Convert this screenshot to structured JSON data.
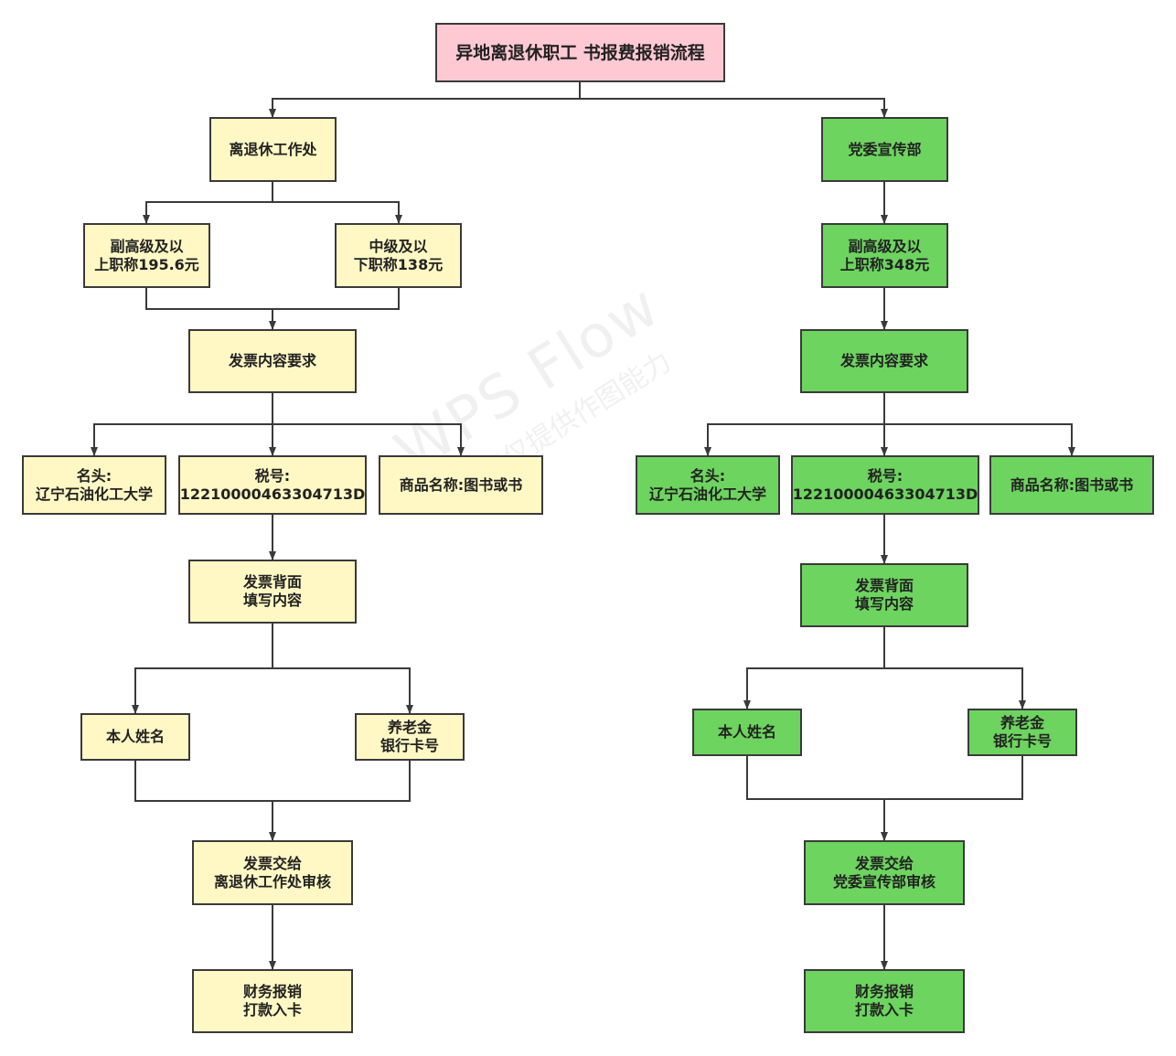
{
  "title": "异地离退休职工  书报费报销流程",
  "left": {
    "dept": "离退休工作处",
    "senior": "副高级及以\n上职称195.6元",
    "mid": "中级及以\n下职称138元",
    "invoice_req": "发票内容要求",
    "header_name": "名头:\n辽宁石油化工大学",
    "tax_id": "税号:\n12210000463304713D",
    "goods": "商品名称:图书或书",
    "back": "发票背面\n填写内容",
    "own_name": "本人姓名",
    "pension": "养老金\n银行卡号",
    "submit": "发票交给\n离退休工作处审核",
    "finance": "财务报销\n打款入卡"
  },
  "right": {
    "dept": "党委宣传部",
    "senior": "副高级及以\n上职称348元",
    "invoice_req": "发票内容要求",
    "header_name": "名头:\n辽宁石油化工大学",
    "tax_id": "税号:\n12210000463304713D",
    "goods": "商品名称:图书或书",
    "back": "发票背面\n填写内容",
    "own_name": "本人姓名",
    "pension": "养老金\n银行卡号",
    "submit": "发票交给\n党委宣传部审核",
    "finance": "财务报销\n打款入卡"
  },
  "watermark": {
    "main": "WPS Flow",
    "sub": "WPS仅提供作图能力"
  },
  "colors": {
    "title_fill": "#ffc9d4",
    "left_fill": "#fff8c4",
    "right_fill": "#6dd45f",
    "line": "#3a3a3a"
  }
}
